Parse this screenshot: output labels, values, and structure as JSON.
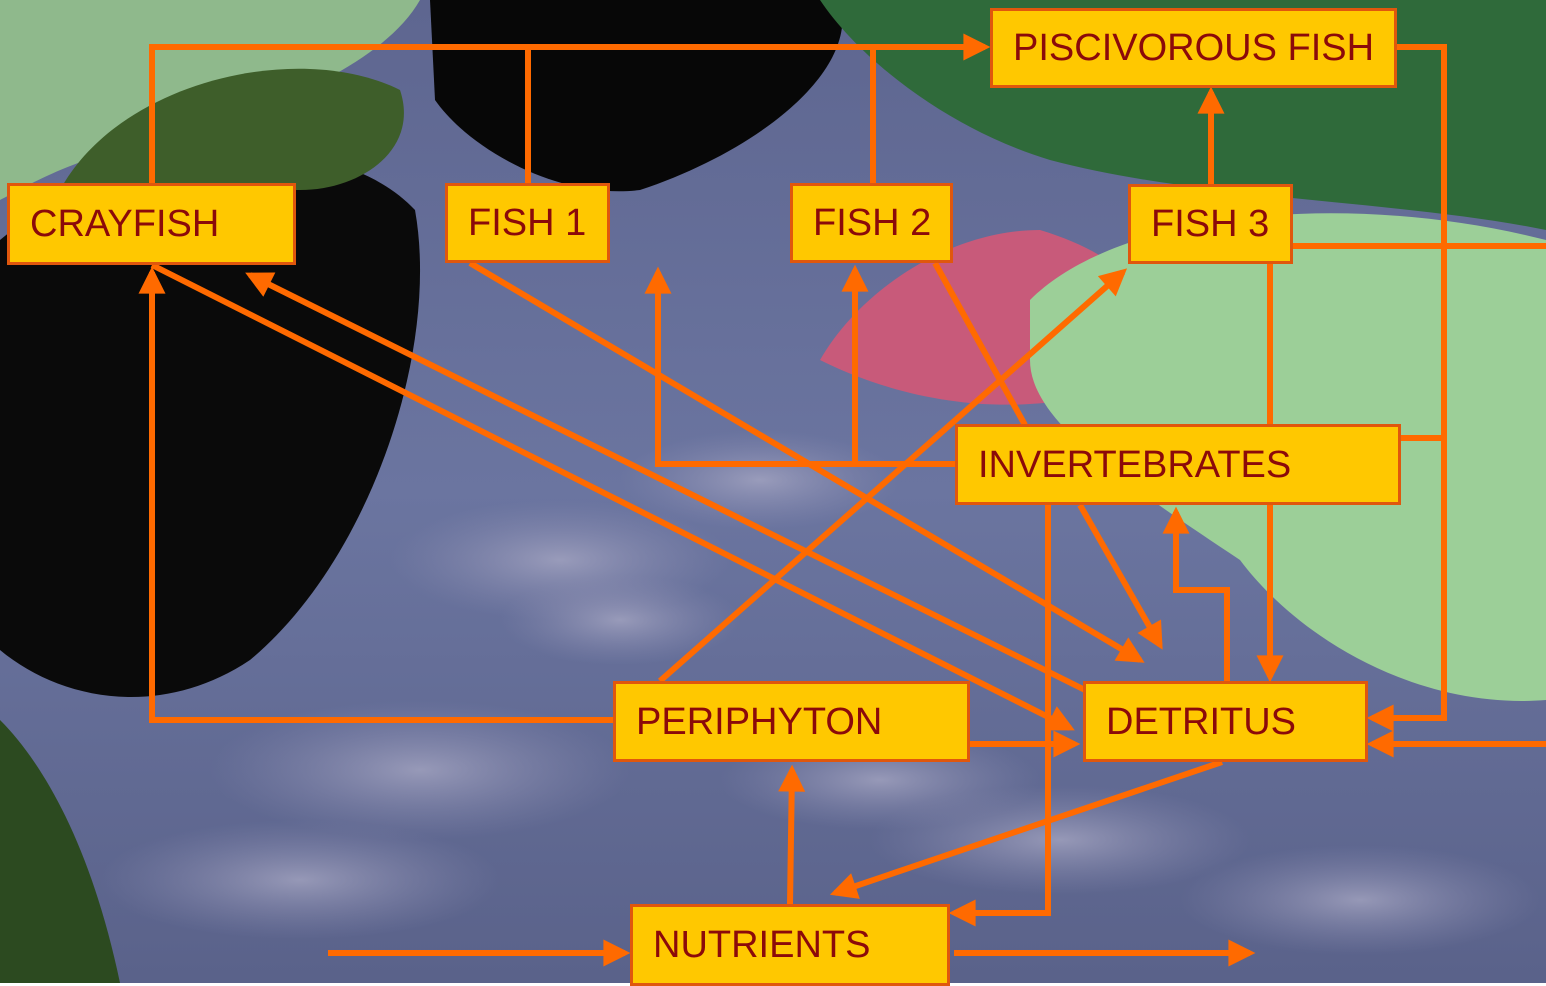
{
  "nodes": {
    "piscivorous_fish": "PISCIVOROUS FISH",
    "crayfish": "CRAYFISH",
    "fish1": "FISH 1",
    "fish2": "FISH 2",
    "fish3": "FISH 3",
    "invertebrates": "INVERTEBRATES",
    "periphyton": "PERIPHYTON",
    "detritus": "DETRITUS",
    "nutrients": "NUTRIENTS"
  },
  "colors": {
    "arrow": "#ff6a00",
    "node_fill": "#ffc800",
    "node_border": "#e0570d",
    "node_text": "#8b0a0a"
  }
}
